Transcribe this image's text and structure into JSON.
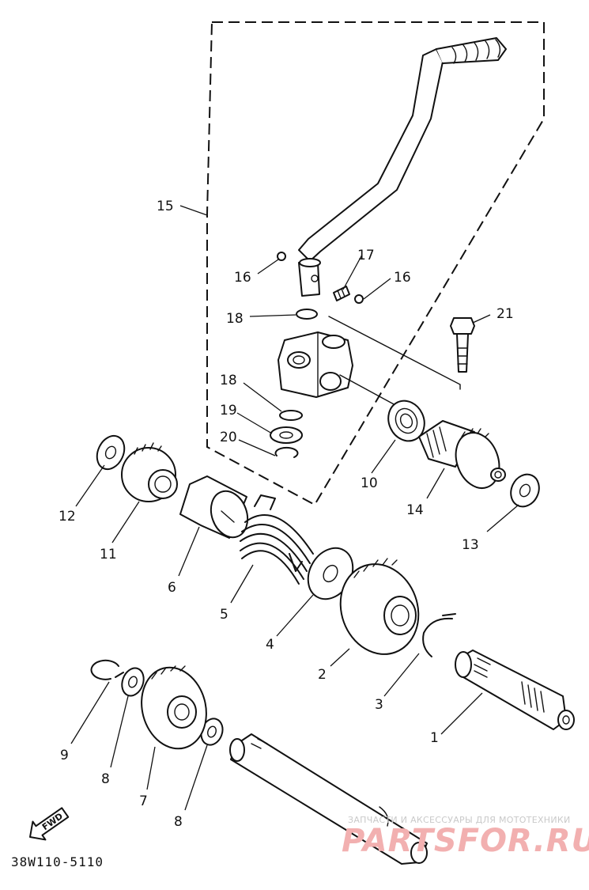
{
  "diagram_code": "38W110-5110",
  "fwd_label": "FWD",
  "watermark": {
    "tagline": "ЗАПЧАСТИ И АКСЕССУАРЫ ДЛЯ МОТОТЕХНИКИ",
    "logo": "PARTSFOR.RU"
  },
  "callouts": [
    "1",
    "2",
    "3",
    "4",
    "5",
    "6",
    "7",
    "8",
    "8",
    "9",
    "10",
    "11",
    "12",
    "13",
    "14",
    "15",
    "16",
    "16",
    "17",
    "18",
    "18",
    "19",
    "20",
    "21"
  ],
  "colors": {
    "ink": "#111111",
    "watermark": "#f2b0b0"
  }
}
